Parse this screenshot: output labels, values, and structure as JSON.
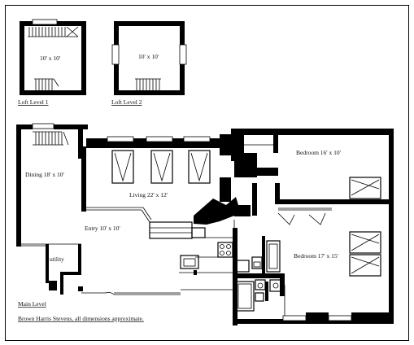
{
  "labels": {
    "loft1_room": "10' x 10'",
    "loft1_title": "Loft Level 1",
    "loft2_room": "10' x 10'",
    "loft2_title": "Loft Level 2",
    "dining": "Dining 18' x 10'",
    "living": "Living 22' x 12'",
    "entry": "Entry 10' x 10'",
    "utility": "utility",
    "bedroom1": "Bedroom 16' x 10'",
    "bedroom2": "Bedroom 17' x 15'",
    "main_level": "Main Level",
    "credit": "Brown Harris Stevens, all dimensions approximate."
  }
}
